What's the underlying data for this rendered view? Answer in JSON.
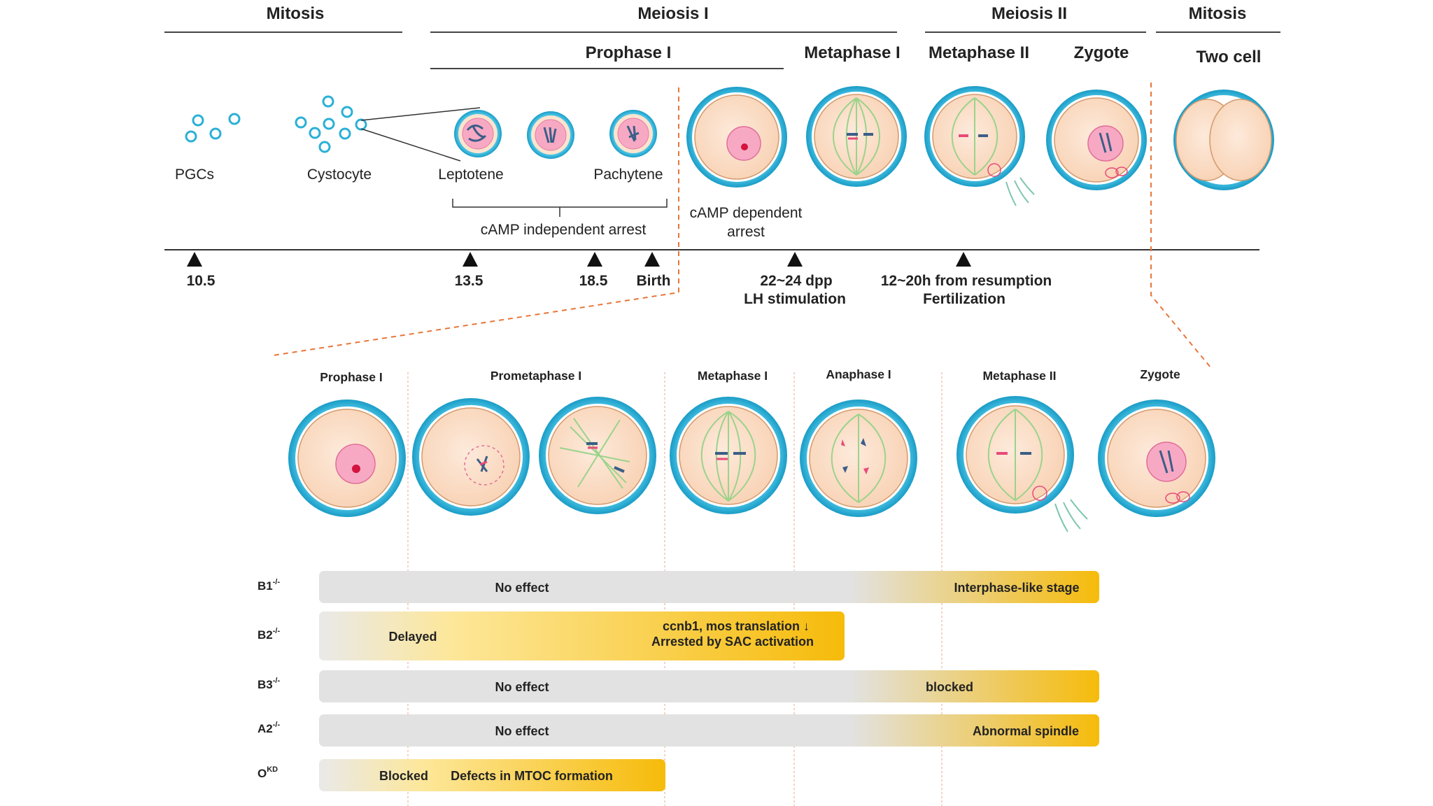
{
  "phases": {
    "mitosis_left": "Mitosis",
    "meiosis1": "Meiosis I",
    "meiosis2": "Meiosis II",
    "mitosis_right": "Mitosis",
    "prophase1": "Prophase I",
    "metaphase1": "Metaphase I",
    "metaphase2": "Metaphase II",
    "zygote": "Zygote",
    "two_cell": "Two cell"
  },
  "cell_labels": {
    "pgcs": "PGCs",
    "cystocyte": "Cystocyte",
    "leptotene": "Leptotene",
    "pachytene": "Pachytene"
  },
  "arrests": {
    "camp_independent": "cAMP independent arrest",
    "camp_dependent_l1": "cAMP dependent",
    "camp_dependent_l2": "arrest"
  },
  "timeline": {
    "t1": "10.5",
    "t2": "13.5",
    "t3": "18.5",
    "t4": "Birth",
    "t5_l1": "22~24 dpp",
    "t5_l2": "LH stimulation",
    "t6_l1": "12~20h from resumption",
    "t6_l2": "Fertilization"
  },
  "stages": {
    "s1": "Prophase I",
    "s2": "Prometaphase I",
    "s3": "Metaphase I",
    "s4": "Anaphase I",
    "s5": "Metaphase II",
    "s6": "Zygote"
  },
  "genes": [
    {
      "name": "B1",
      "sup": "-/-"
    },
    {
      "name": "B2",
      "sup": "-/-"
    },
    {
      "name": "B3",
      "sup": "-/-"
    },
    {
      "name": "A2",
      "sup": "-/-"
    },
    {
      "name": "O",
      "sup": "KD"
    }
  ],
  "bars": {
    "b1_left": "No effect",
    "b1_right": "Interphase-like stage",
    "b2_left": "Delayed",
    "b2_right_l1": "ccnb1, mos translation ↓",
    "b2_right_l2": "Arrested by SAC activation",
    "b3_left": "No effect",
    "b3_right": "blocked",
    "a2_left": "No effect",
    "a2_right": "Abnormal spindle",
    "o_left": "Blocked",
    "o_right": "Defects in MTOC formation"
  },
  "colors": {
    "zona": "#2ab0d6",
    "cytoplasm": "#fbe0c8",
    "nucleus": "#f7a9c4",
    "spindle": "#9bd38c",
    "bar_gray": "#dedede",
    "bar_yellow": "#f6bb0a",
    "dashed_orange": "#e8763a"
  }
}
